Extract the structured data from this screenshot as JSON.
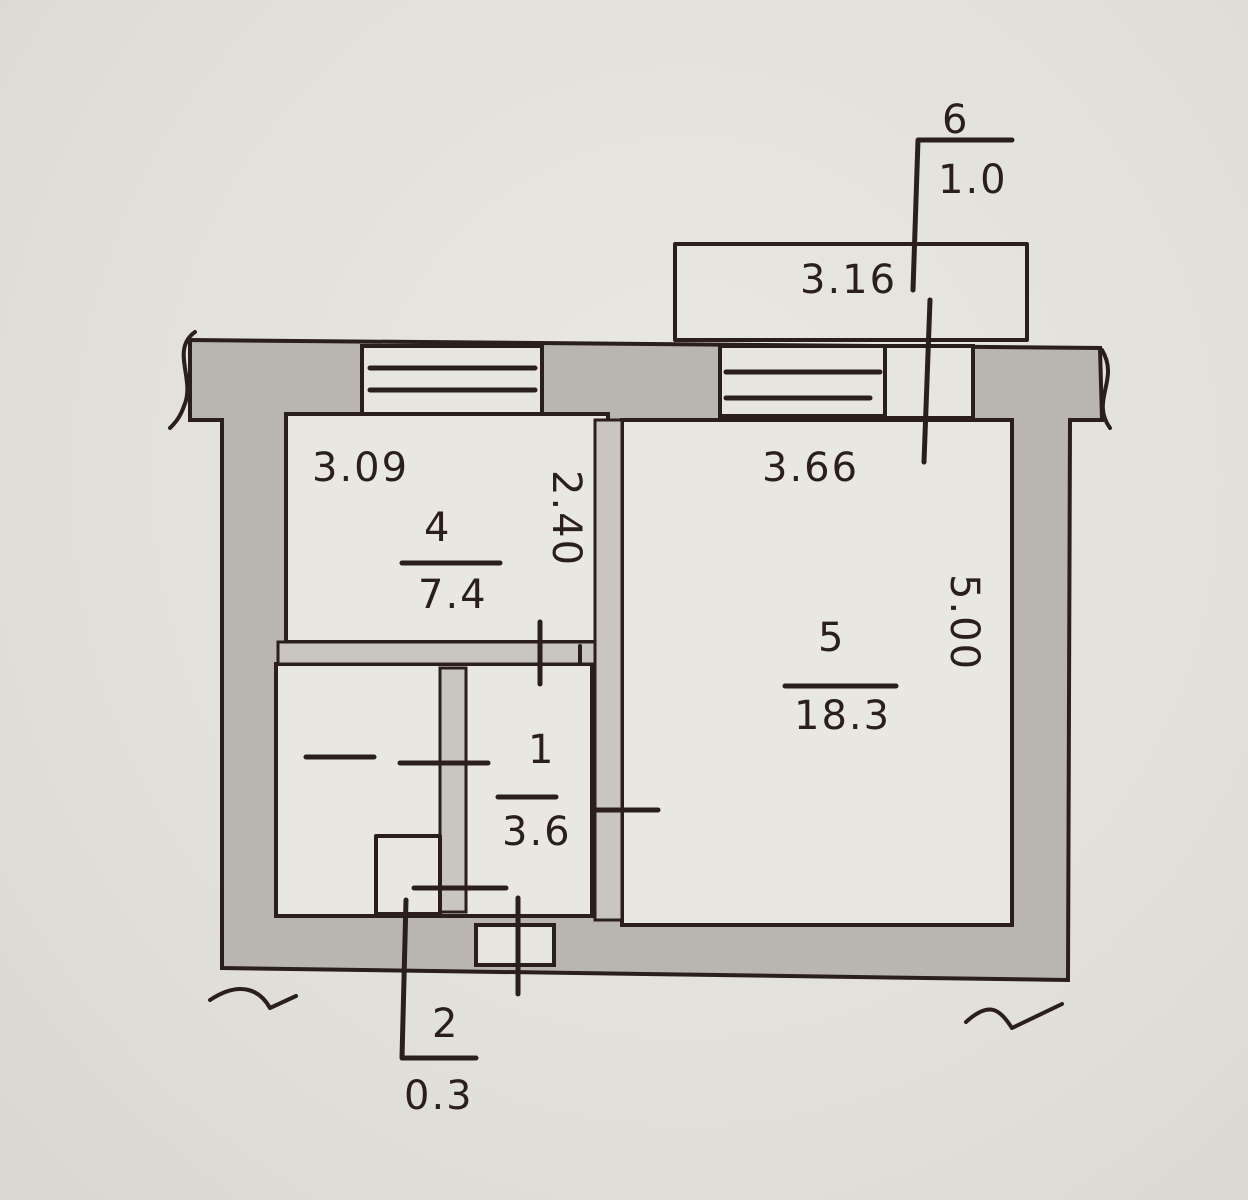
{
  "plan": {
    "type": "hand-drawn apartment floor plan",
    "ink_color": "#2a1f1c",
    "wall_fill": "#b9b6b0",
    "paper_color": "#e4e2dc"
  },
  "rooms": [
    {
      "number": "1",
      "area": "3.6"
    },
    {
      "number": "2",
      "area": "0.3"
    },
    {
      "number": "4",
      "area": "7.4"
    },
    {
      "number": "5",
      "area": "18.3"
    },
    {
      "number": "6",
      "area": "1.0"
    }
  ],
  "dimensions": {
    "room4_width": "3.09",
    "room4_depth": "2.40",
    "room5_width": "3.66",
    "room5_depth": "5.00",
    "balcony_width": "3.16"
  }
}
